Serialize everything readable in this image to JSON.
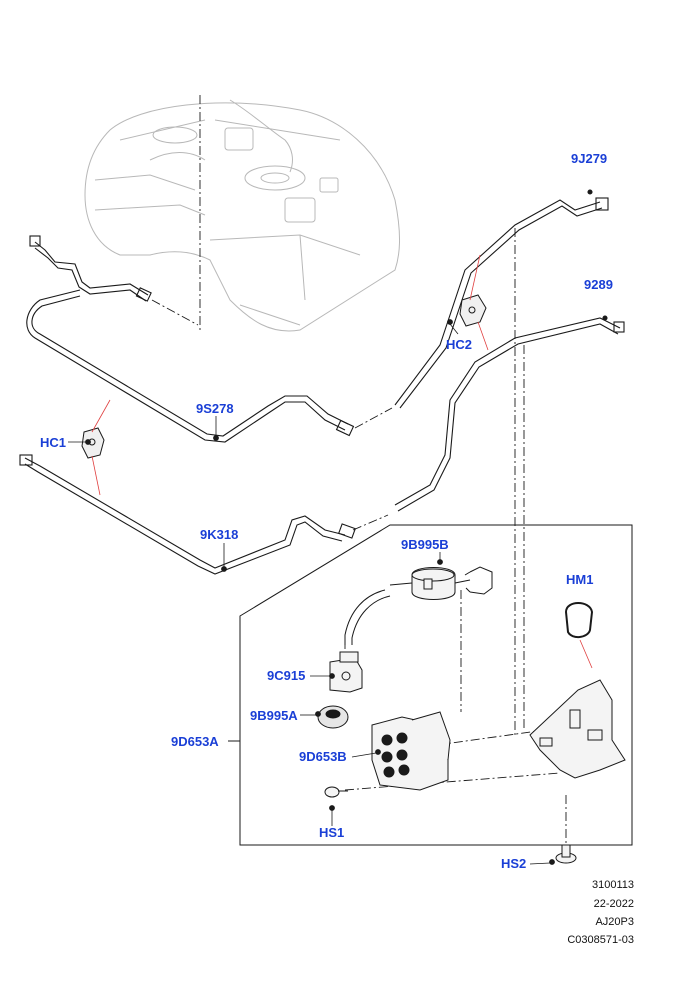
{
  "callouts": {
    "c9J279": "9J279",
    "c9289": "9289",
    "cHC2": "HC2",
    "c9S278": "9S278",
    "cHC1": "HC1",
    "c9K318": "9K318",
    "c9B995B": "9B995B",
    "cHM1": "HM1",
    "c9C915": "9C915",
    "c9B995A": "9B995A",
    "c9D653A": "9D653A",
    "c9D653B": "9D653B",
    "cHS1": "HS1",
    "cHS2": "HS2"
  },
  "footer": {
    "line1": "3100113",
    "line2": "22-2022",
    "line3": "AJ20P3",
    "line4": "C0308571-03"
  },
  "colors": {
    "callout": "#1a3fd6",
    "leader": "#e04040",
    "line": "#1a1a1a",
    "ghost": "#b8b8b8"
  }
}
